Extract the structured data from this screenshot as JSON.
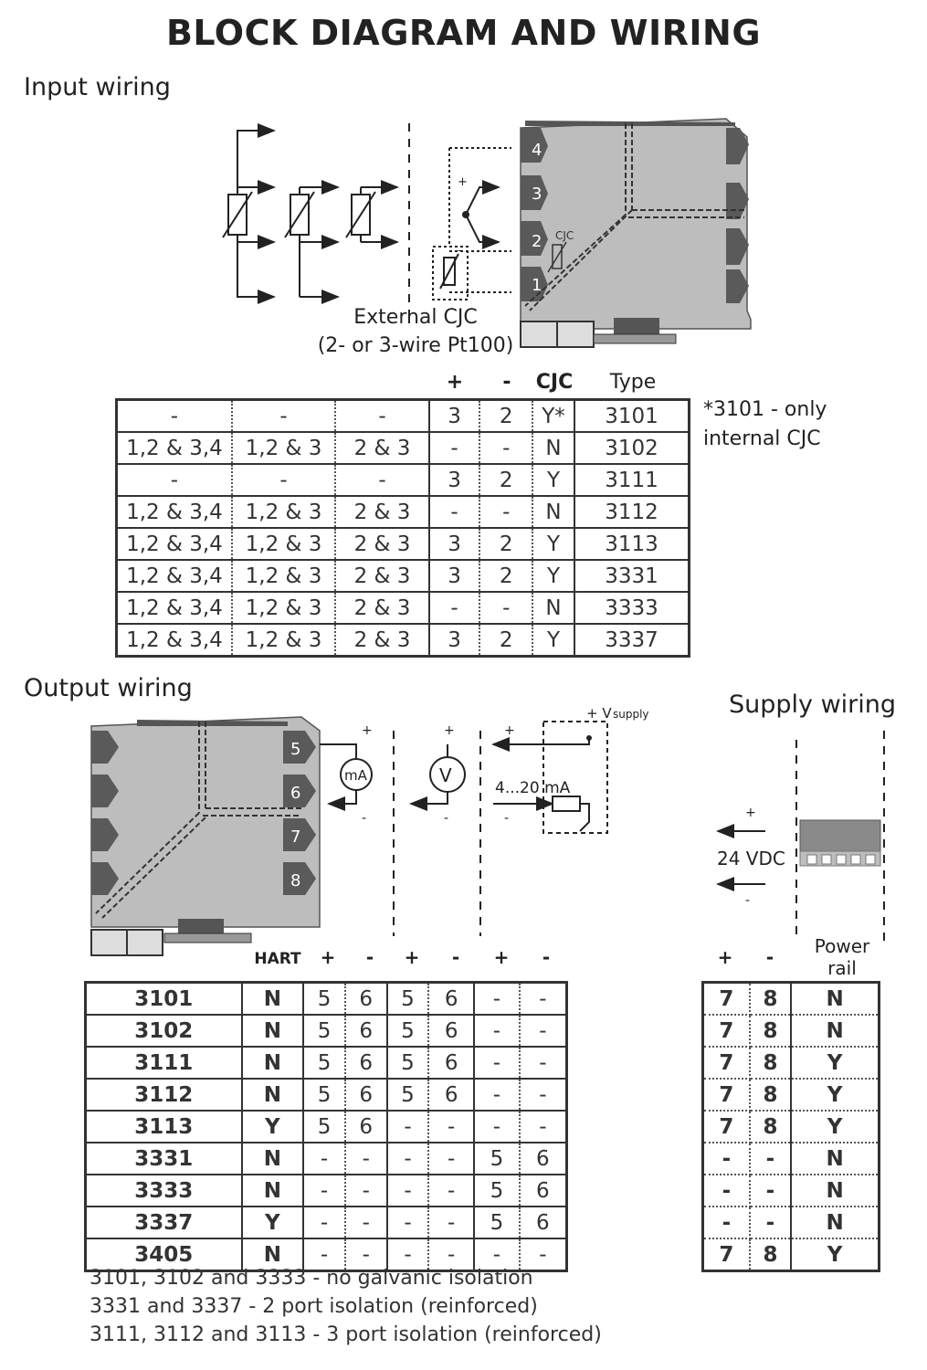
{
  "title": "BLOCK DIAGRAM AND WIRING",
  "input_section": {
    "heading": "Input wiring",
    "terminals": [
      "4",
      "3",
      "2",
      "1"
    ],
    "cjc_small": "CJC",
    "ext_cjc_line1": "External CJC",
    "ext_cjc_line2": "(2- or 3-wire Pt100)",
    "polarity_plus": "+",
    "polarity_minus": "-",
    "table_headers": [
      "+",
      "-",
      "CJC",
      "Type"
    ],
    "note_line1": "*3101 - only",
    "note_line2": "internal CJC",
    "rows": [
      [
        "-",
        "-",
        "-",
        "3",
        "2",
        "Y*",
        "3101"
      ],
      [
        "1,2 & 3,4",
        "1,2 & 3",
        "2 & 3",
        "-",
        "-",
        "N",
        "3102"
      ],
      [
        "-",
        "-",
        "-",
        "3",
        "2",
        "Y",
        "3111"
      ],
      [
        "1,2 & 3,4",
        "1,2 & 3",
        "2 & 3",
        "-",
        "-",
        "N",
        "3112"
      ],
      [
        "1,2 & 3,4",
        "1,2 & 3",
        "2 & 3",
        "3",
        "2",
        "Y",
        "3113"
      ],
      [
        "1,2 & 3,4",
        "1,2 & 3",
        "2 & 3",
        "3",
        "2",
        "Y",
        "3331"
      ],
      [
        "1,2 & 3,4",
        "1,2 & 3",
        "2 & 3",
        "-",
        "-",
        "N",
        "3333"
      ],
      [
        "1,2 & 3,4",
        "1,2 & 3",
        "2 & 3",
        "3",
        "2",
        "Y",
        "3337"
      ]
    ]
  },
  "output_section": {
    "heading": "Output wiring",
    "terminals": [
      "5",
      "6",
      "7",
      "8"
    ],
    "meter_ma": "mA",
    "meter_v": "V",
    "loop_label": "4...20 mA",
    "vsupply_plus": "+ V",
    "vsupply_sub": "supply",
    "headers": [
      "HART",
      "+",
      "-",
      "+",
      "-",
      "+",
      "-"
    ],
    "rows": [
      [
        "3101",
        "N",
        "5",
        "6",
        "5",
        "6",
        "-",
        "-"
      ],
      [
        "3102",
        "N",
        "5",
        "6",
        "5",
        "6",
        "-",
        "-"
      ],
      [
        "3111",
        "N",
        "5",
        "6",
        "5",
        "6",
        "-",
        "-"
      ],
      [
        "3112",
        "N",
        "5",
        "6",
        "5",
        "6",
        "-",
        "-"
      ],
      [
        "3113",
        "Y",
        "5",
        "6",
        "-",
        "-",
        "-",
        "-"
      ],
      [
        "3331",
        "N",
        "-",
        "-",
        "-",
        "-",
        "5",
        "6"
      ],
      [
        "3333",
        "N",
        "-",
        "-",
        "-",
        "-",
        "5",
        "6"
      ],
      [
        "3337",
        "Y",
        "-",
        "-",
        "-",
        "-",
        "5",
        "6"
      ],
      [
        "3405",
        "N",
        "-",
        "-",
        "-",
        "-",
        "-",
        "-"
      ]
    ]
  },
  "supply_section": {
    "heading": "Supply wiring",
    "voltage": "24 VDC",
    "plus": "+",
    "minus": "-",
    "headers": [
      "+",
      "-",
      "Power rail"
    ],
    "rows": [
      [
        "7",
        "8",
        "N"
      ],
      [
        "7",
        "8",
        "N"
      ],
      [
        "7",
        "8",
        "Y"
      ],
      [
        "7",
        "8",
        "Y"
      ],
      [
        "7",
        "8",
        "Y"
      ],
      [
        "-",
        "-",
        "N"
      ],
      [
        "-",
        "-",
        "N"
      ],
      [
        "-",
        "-",
        "N"
      ],
      [
        "7",
        "8",
        "Y"
      ]
    ]
  },
  "footnotes": [
    "3101, 3102 and 3333 - no galvanic isolation",
    "3331 and 3337 - 2 port isolation (reinforced)",
    "3111, 3112 and 3113 - 3 port isolation (reinforced)"
  ]
}
